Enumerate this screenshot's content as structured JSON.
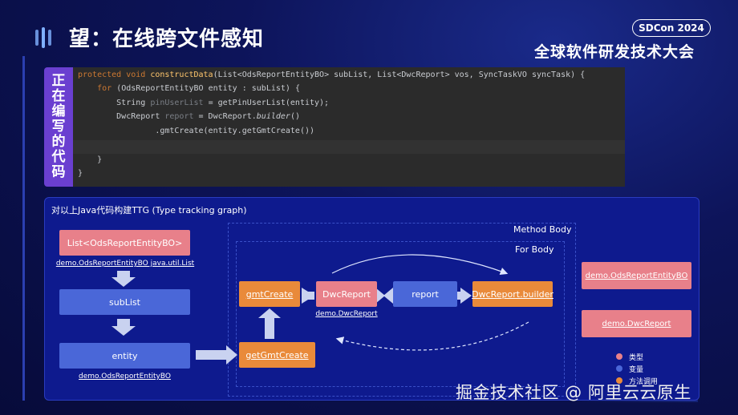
{
  "header": {
    "title": "望：在线跨文件感知",
    "conference_badge": "SDCon 2024",
    "conference_name": "全球软件研发技术大会"
  },
  "side_label": [
    "正",
    "在",
    "编",
    "写",
    "的",
    "代",
    "码"
  ],
  "code_lines": [
    {
      "parts": [
        [
          "kw",
          "protected void "
        ],
        [
          "fn",
          "constructData"
        ],
        [
          "",
          "(List<OdsReportEntityBO> subList, List<DwcReport> vos, SyncTaskVO syncTask) {"
        ]
      ]
    },
    {
      "parts": [
        [
          "",
          "    "
        ],
        [
          "kw",
          "for "
        ],
        [
          "",
          "(OdsReportEntityBO entity : subList) {"
        ]
      ]
    },
    {
      "parts": [
        [
          "",
          "        String "
        ],
        [
          "gray",
          "pinUserList"
        ],
        [
          "",
          " = getPinUserList(entity);"
        ]
      ]
    },
    {
      "parts": [
        [
          "",
          "        DwcReport "
        ],
        [
          "gray",
          "report"
        ],
        [
          "",
          " = DwcReport."
        ],
        [
          "it",
          "builder"
        ],
        [
          "",
          "()"
        ]
      ]
    },
    {
      "parts": [
        [
          "",
          "                .gmtCreate(entity.getGmtCreate())"
        ]
      ]
    },
    {
      "parts": [
        [
          "",
          ""
        ]
      ]
    },
    {
      "parts": [
        [
          "",
          "    }"
        ]
      ]
    },
    {
      "parts": [
        [
          "",
          "}"
        ]
      ]
    }
  ],
  "graph": {
    "title": "对以上Java代码构建TTG (Type tracking graph)",
    "method_body_label": "Method Body",
    "for_body_label": "For Body",
    "nodes": {
      "list_type": "List<OdsReportEntityBO>",
      "list_type_label": "demo.OdsReportEntityBO java.util.List",
      "sublist": "subList",
      "entity": "entity",
      "entity_label": "demo.OdsReportEntityBO",
      "gmt_create": "gmtCreate",
      "get_gmt_create": "getGmtCreate",
      "dwc_report": "DwcReport",
      "dwc_report_label": "demo.DwcReport",
      "report": "report",
      "builder": "DwcReport.builder",
      "side_entity": "demo.OdsReportEntityBO",
      "side_dwc": "demo.DwcReport"
    },
    "legend": [
      {
        "label": "类型",
        "color": "#e8808a"
      },
      {
        "label": "变量",
        "color": "#4a67d8"
      },
      {
        "label": "方法调用",
        "color": "#e98a3a"
      }
    ]
  },
  "watermark": "掘金技术社区 @ 阿里云云原生"
}
